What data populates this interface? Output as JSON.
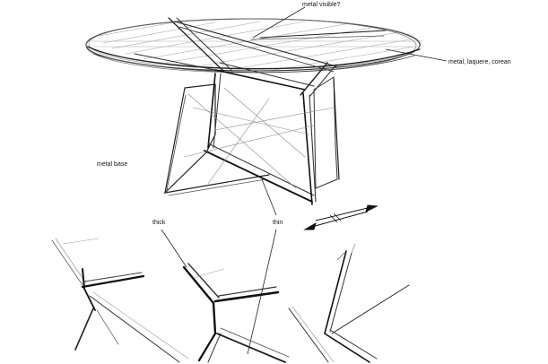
{
  "annotations": {
    "metal_visible": "metal visible?",
    "materials": "metal, laquere, corean",
    "metal_base": "metal base",
    "thick": "thick",
    "thin": "thin"
  },
  "colors": {
    "ink": "#111111",
    "pencil": "#555555",
    "hatch": "#9a9a9a",
    "paper": "#ffffff"
  },
  "icons": {
    "direction_arrows": "double-arrow-icon"
  }
}
